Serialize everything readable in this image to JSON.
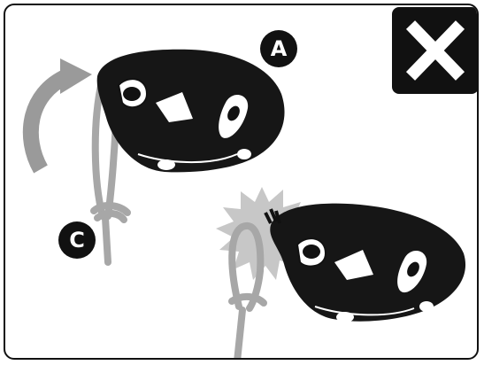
{
  "callouts": {
    "a": "A",
    "c": "C"
  },
  "status": {
    "icon": "close-icon",
    "meaning": "incorrect"
  },
  "colors": {
    "ink": "#111111",
    "arrow_gray": "#9a9a9a",
    "rope_gray": "#a7a7a7",
    "burst_gray": "#c7c7c7",
    "badge_bg": "#111111",
    "badge_fg": "#ffffff"
  }
}
